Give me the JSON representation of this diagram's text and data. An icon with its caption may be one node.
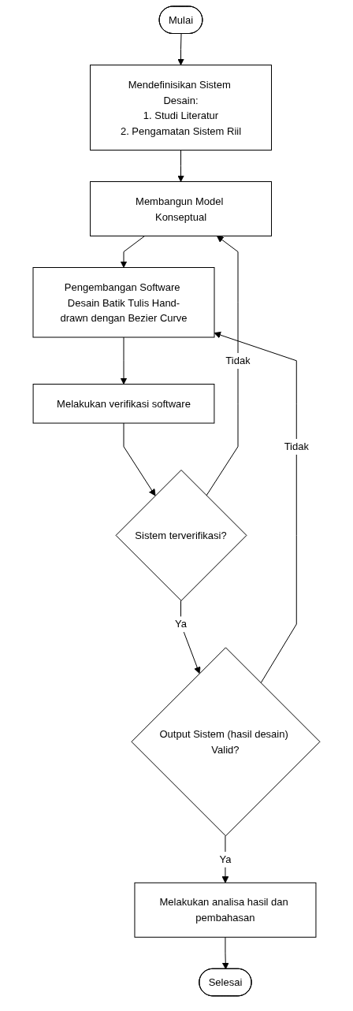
{
  "diagram": {
    "nodes": [
      {
        "text": [
          "Mulai"
        ]
      },
      {
        "text": [
          "Mendefinisikan Sistem Desain:",
          "1. Studi Literatur",
          "2. Pengamatan Sistem Riil"
        ]
      },
      {
        "text": [
          "Membangun Model Konseptual"
        ]
      },
      {
        "text": [
          "Pengembangan Software Desain Batik Tulis Hand-drawn dengan Bezier Curve"
        ]
      },
      {
        "text": [
          "Melakukan verifikasi software"
        ]
      },
      {
        "text": [
          "Sistem terverifikasi?"
        ]
      },
      {
        "text": [
          "Output Sistem (hasil desain) Valid?"
        ]
      },
      {
        "text": [
          "Melakukan analisa hasil dan pembahasan"
        ]
      },
      {
        "text": [
          "Selesai"
        ]
      }
    ],
    "edges": [
      {
        "from": 0,
        "to": 1,
        "arrow": "to"
      },
      {
        "from": 1,
        "to": 2,
        "arrow": "to"
      },
      {
        "from": 2,
        "to": 3,
        "arrow": "to"
      },
      {
        "from": 3,
        "to": 4,
        "arrow": "to"
      },
      {
        "from": 4,
        "to": 5,
        "arrow": "to"
      },
      {
        "from": 5,
        "to": 2,
        "label": "Tidak",
        "arrow": "to"
      },
      {
        "from": 5,
        "to": 6,
        "label": "Ya",
        "arrow": "to"
      },
      {
        "from": 6,
        "to": 3,
        "label": "Tidak",
        "arrow": "to"
      },
      {
        "from": 6,
        "to": 7,
        "label": "Ya",
        "arrow": "to"
      },
      {
        "from": 7,
        "to": 8,
        "arrow": "to"
      }
    ]
  }
}
